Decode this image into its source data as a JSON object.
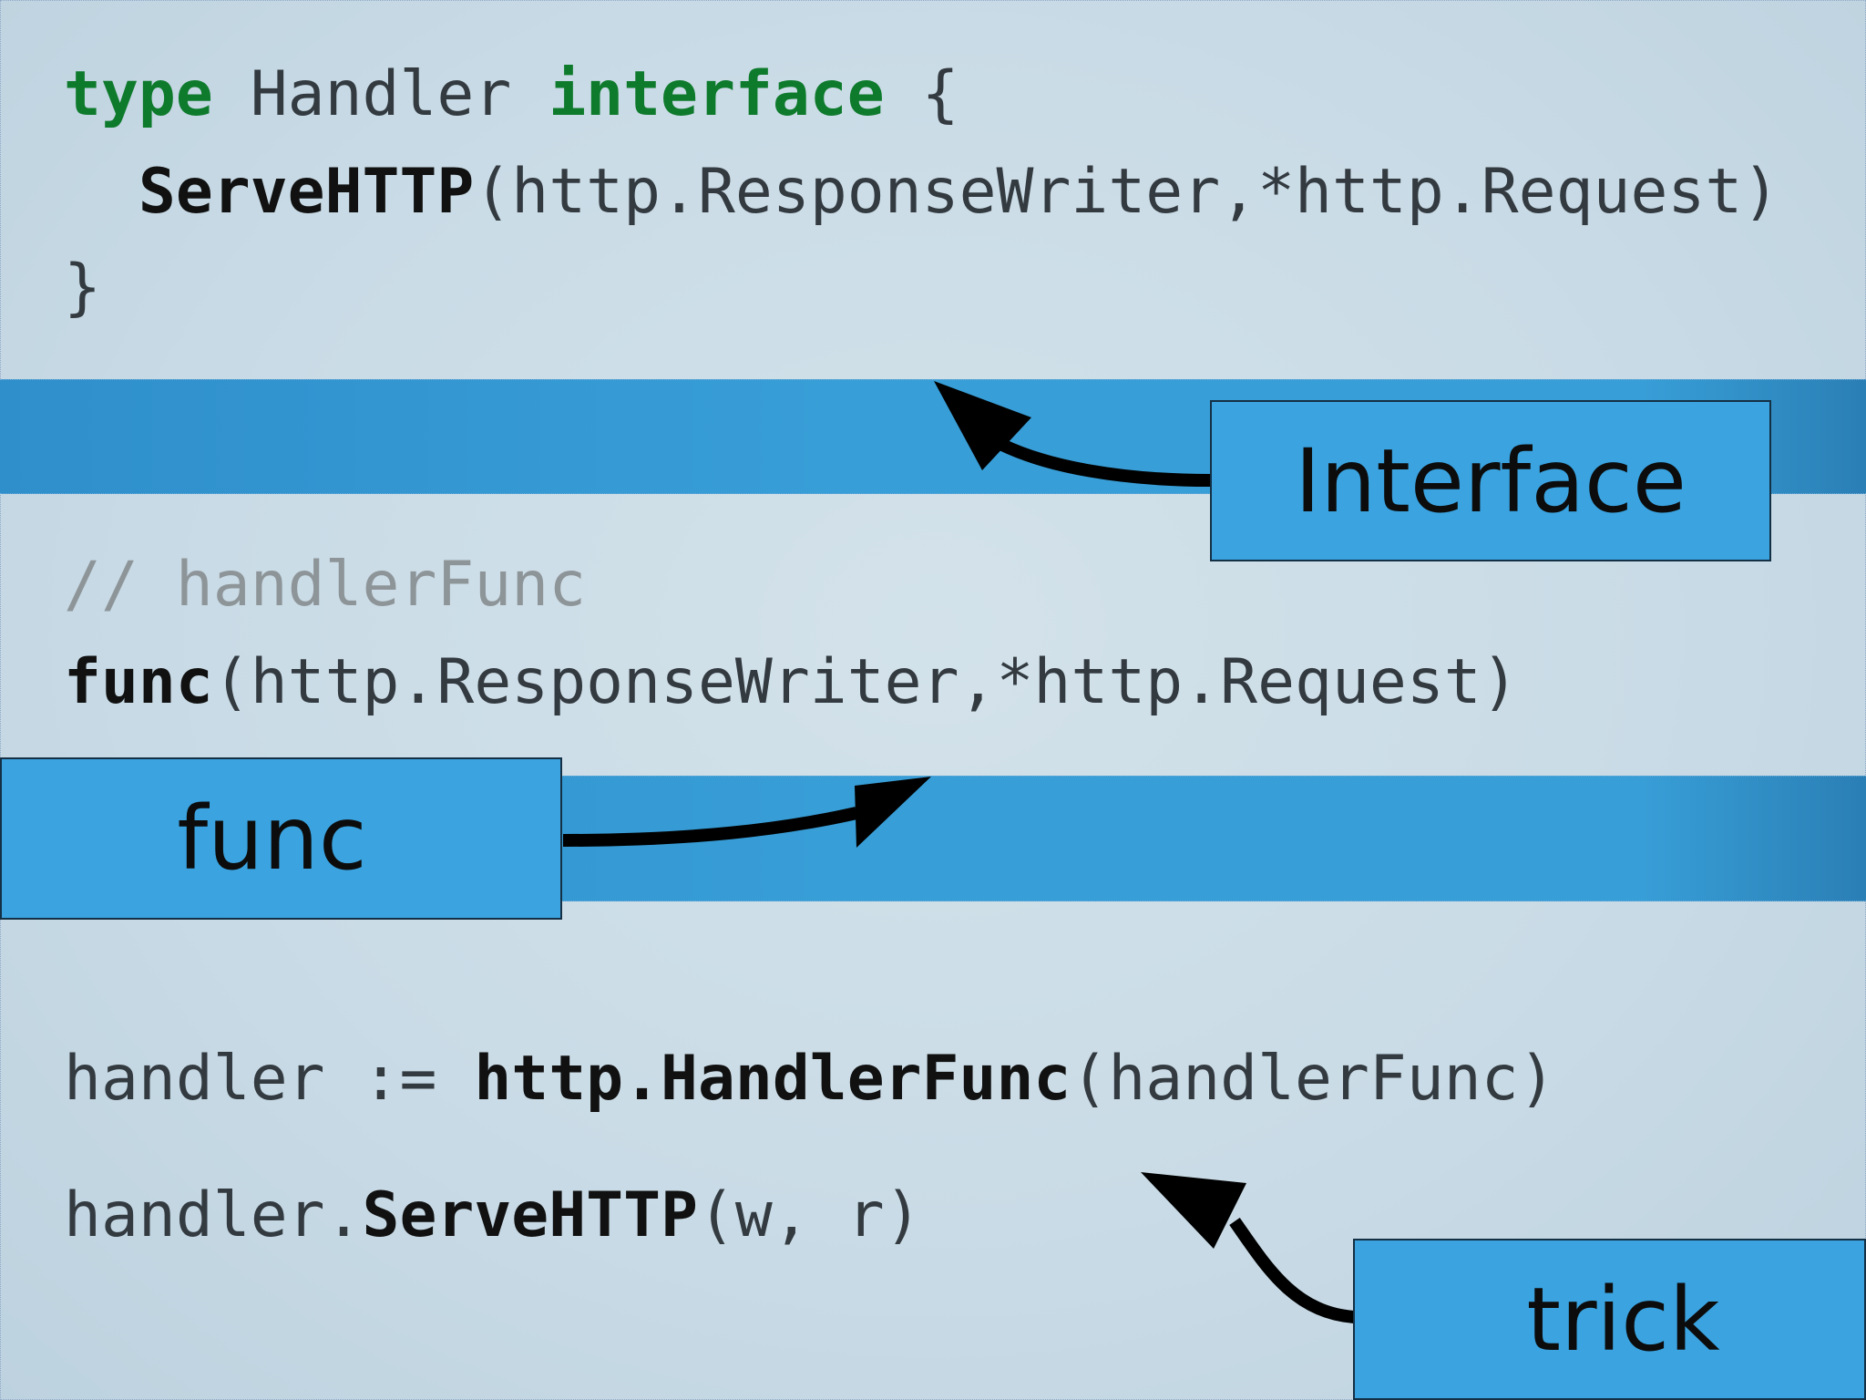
{
  "code_top": {
    "line1": {
      "kw_type": "type",
      "name": " Handler ",
      "kw_interface": "interface",
      "brace": " {"
    },
    "line2": {
      "indent": "  ",
      "method": "ServeHTTP",
      "params": "(http.ResponseWriter,*http.Request)"
    },
    "line3": "}"
  },
  "code_mid": {
    "comment": "// handlerFunc",
    "func_kw": "func",
    "func_params": "(http.ResponseWriter,*http.Request)"
  },
  "code_bottom": {
    "line1": {
      "lhs": "handler := ",
      "call": "http.HandlerFunc",
      "args": "(handlerFunc)"
    },
    "line2": {
      "recv": "handler.",
      "method": "ServeHTTP",
      "args": "(w, r)"
    }
  },
  "labels": {
    "interface": "Interface",
    "func": "func",
    "trick": "trick"
  },
  "colors": {
    "band": "#389ed7",
    "label_box": "#3aa3e0",
    "keyword": "#0e7a2c",
    "comment": "#8e9599"
  }
}
